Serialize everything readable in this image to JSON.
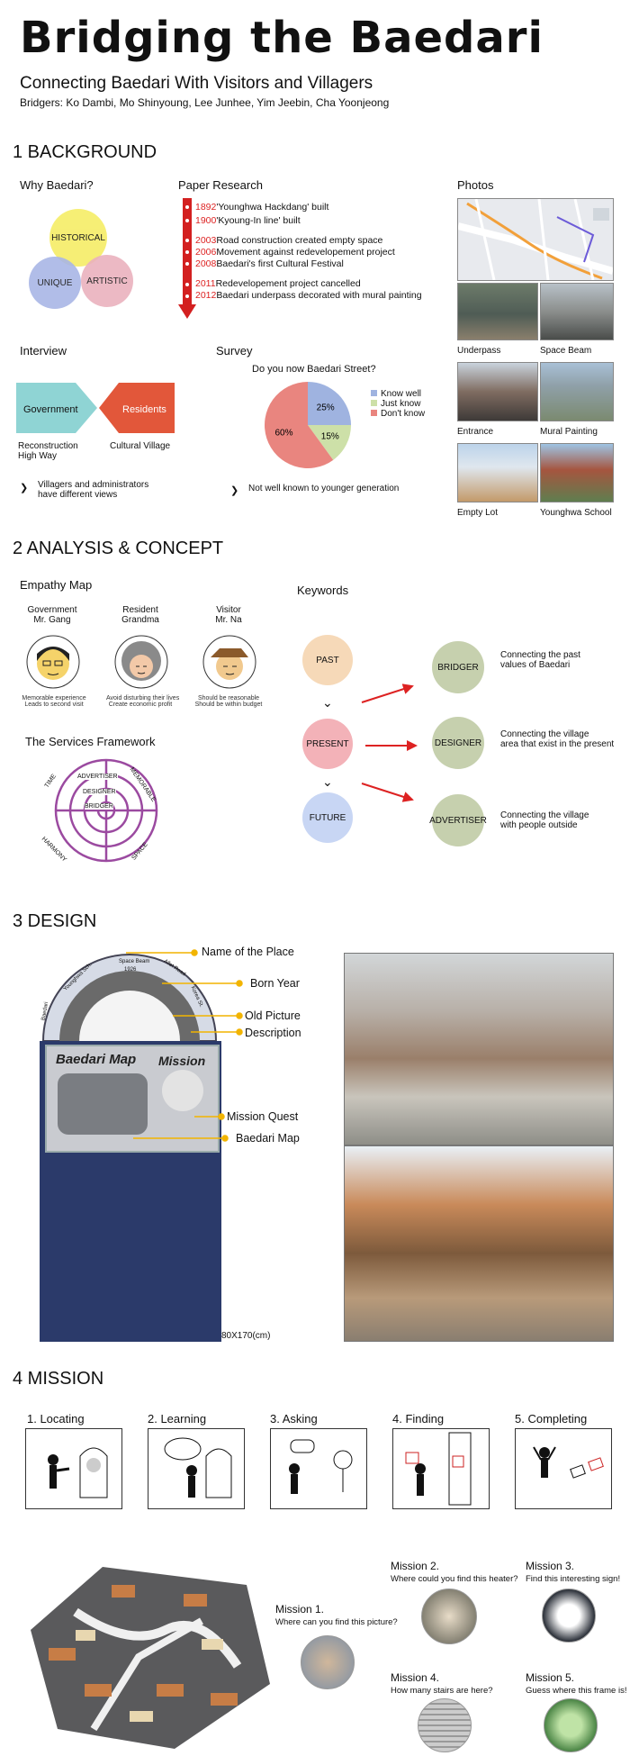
{
  "header": {
    "title": "Bridging the Baedari",
    "subtitle": "Connecting Baedari With Visitors and Villagers",
    "bridgers": "Bridgers: Ko Dambi, Mo Shinyoung, Lee Junhee, Yim Jeebin, Cha Yoonjeong"
  },
  "background": {
    "heading": "1  BACKGROUND",
    "why": {
      "title": "Why Baedari?",
      "circles": [
        "HISTORICAL",
        "UNIQUE",
        "ARTISTIC"
      ]
    },
    "paper": {
      "title": "Paper Research",
      "items": [
        {
          "year": "1892",
          "text": "'Younghwa Hackdang' built"
        },
        {
          "year": "1900",
          "text": "'Kyoung-In line' built"
        },
        {
          "year": "2003",
          "text": "Road construction created empty space"
        },
        {
          "year": "2006",
          "text": "Movement against redevelopement project"
        },
        {
          "year": "2008",
          "text": "Baedari's first Cultural Festival"
        },
        {
          "year": "2011",
          "text": "Redevelopement project cancelled"
        },
        {
          "year": "2012",
          "text": "Baedari underpass decorated with mural painting"
        }
      ]
    },
    "photos": {
      "title": "Photos",
      "captions": [
        "Underpass",
        "Space Beam",
        "Entrance",
        "Mural Painting",
        "Empty  Lot",
        "Younghwa School"
      ]
    },
    "interview": {
      "title": "Interview",
      "left_arrow": "Government",
      "right_arrow": "Residents",
      "left_caption": "Reconstruction\nHigh Way",
      "right_caption": "Cultural Village",
      "note": "Villagers and administrators\nhave different views"
    },
    "survey": {
      "title": "Survey",
      "question": "Do you now Baedari Street?",
      "note": "Not well known to younger generation"
    }
  },
  "chart_data": {
    "type": "pie",
    "title": "Do you now Baedari Street?",
    "categories": [
      "Know well",
      "Just know",
      "Don't know"
    ],
    "values": [
      25,
      15,
      60
    ],
    "colors": [
      "#9fb3e0",
      "#cde0a8",
      "#e9857f"
    ],
    "legend_position": "right"
  },
  "analysis": {
    "heading": "2  ANALYSIS & CONCEPT",
    "empathy": {
      "title": "Empathy Map",
      "people": [
        {
          "role": "Government",
          "name": "Mr. Gang",
          "note": "Memorable experience\nLeads to second visit"
        },
        {
          "role": "Resident",
          "name": "Grandma",
          "note": "Avoid disturbing their lives\nCreate economic profit"
        },
        {
          "role": "Visitor",
          "name": "Mr. Na",
          "note": "Should be reasonable\nShould be within budget"
        }
      ]
    },
    "framework": {
      "title": "The Services Framework",
      "rings": [
        "ADVERTISER",
        "DESIGNER",
        "BRIDGER"
      ],
      "outer": [
        "TIME",
        "MEMORABLE",
        "HARMONY",
        "SPACE"
      ]
    },
    "keywords": {
      "title": "Keywords",
      "times": [
        "PAST",
        "PRESENT",
        "FUTURE"
      ],
      "roles": [
        {
          "name": "BRIDGER",
          "desc": "Connecting the past\nvalues of Baedari"
        },
        {
          "name": "DESIGNER",
          "desc": "Connecting the village\narea that exist in the present"
        },
        {
          "name": "ADVERTISER",
          "desc": "Connecting the village\nwith people outside"
        }
      ]
    }
  },
  "design": {
    "heading": "3 DESIGN",
    "labels": [
      "Name of the Place",
      "Born Year",
      "Old Picture",
      "Description",
      "Mission Quest",
      "Baedari Map"
    ],
    "board_map": "Baedari Map",
    "board_mission": "Mission",
    "size": "80X170(cm)",
    "arc_labels": [
      "Baedari",
      "Younghwa Sch.",
      "Space Beam",
      "Allet Road",
      "Korea St."
    ],
    "arc_year": "1926"
  },
  "mission": {
    "heading": "4 MISSION",
    "steps": [
      "1. Locating",
      "2. Learning",
      "3. Asking",
      "4. Finding",
      "5. Completing"
    ],
    "quests": [
      {
        "title": "Mission 1.",
        "q": "Where can you find this picture?"
      },
      {
        "title": "Mission 2.",
        "q": "Where could you find this heater?"
      },
      {
        "title": "Mission 3.",
        "q": "Find this interesting sign!"
      },
      {
        "title": "Mission 4.",
        "q": "How many stairs are here?"
      },
      {
        "title": "Mission 5.",
        "q": "Guess where this frame is!"
      }
    ]
  },
  "colors": {
    "accent": "#d22",
    "navy": "#2b3a6a",
    "target": "#9b4aa0"
  }
}
